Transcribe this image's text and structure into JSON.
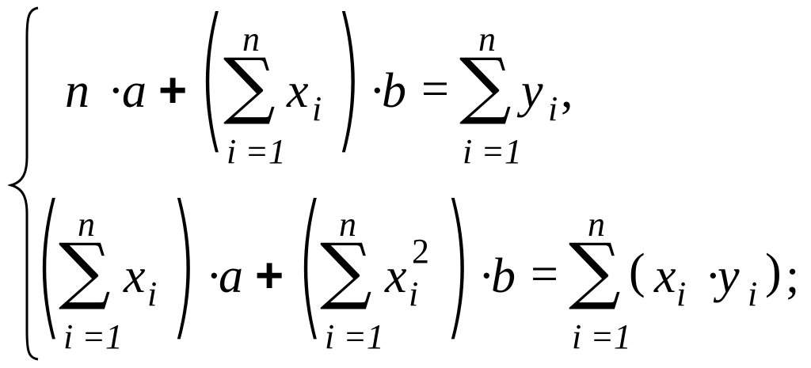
{
  "system": {
    "brace": "{",
    "eq1": {
      "n": "n",
      "dot1": "·",
      "a": "a",
      "plus": "+",
      "lparen": "(",
      "sum1_top": "n",
      "sum1_sym": "∑",
      "sum1_bot": "i =1",
      "x": "x",
      "x_sub": "i",
      "rparen": ")",
      "dot2": "·",
      "b": "b",
      "eq": "=",
      "sum2_top": "n",
      "sum2_sym": "∑",
      "sum2_bot": "i =1",
      "y": "y",
      "y_sub": "i",
      "comma": ","
    },
    "eq2": {
      "lparen1": "(",
      "sum1_top": "n",
      "sum1_sym": "∑",
      "sum1_bot": "i =1",
      "x": "x",
      "x_sub": "i",
      "rparen1": ")",
      "dot1": "·",
      "a": "a",
      "plus": "+",
      "lparen2": "(",
      "sum2_top": "n",
      "sum2_sym": "∑",
      "sum2_bot": "i =1",
      "x2": "x",
      "x2_sub": "i",
      "x2_sup": "2",
      "rparen2": ")",
      "dot2": "·",
      "b": "b",
      "eq": "=",
      "sum3_top": "n",
      "sum3_sym": "∑",
      "sum3_bot": "i =1",
      "lp": "(",
      "x3": "x",
      "x3_sub": "i",
      "dot3": "·",
      "y3": "y",
      "y3_sub": "i",
      "rp": ")",
      "semicolon": ";"
    }
  }
}
